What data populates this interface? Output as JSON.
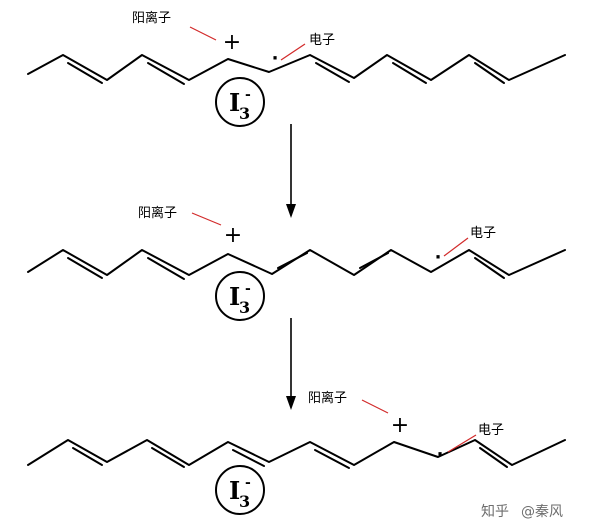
{
  "rows": [
    {
      "cation_label": "阳离子",
      "cation_symbol": "+",
      "electron_label": "电子",
      "electron_symbol": "·",
      "counterion": {
        "main": "I",
        "sub": "3",
        "sup": "-"
      }
    },
    {
      "cation_label": "阳离子",
      "cation_symbol": "+",
      "electron_label": "电子",
      "electron_symbol": "·",
      "counterion": {
        "main": "I",
        "sub": "3",
        "sup": "-"
      }
    },
    {
      "cation_label": "阳离子",
      "cation_symbol": "+",
      "electron_label": "电子",
      "electron_symbol": "·",
      "counterion": {
        "main": "I",
        "sub": "3",
        "sup": "-"
      }
    }
  ],
  "watermark": {
    "site": "知乎",
    "author": "@秦风"
  },
  "colors": {
    "bond": "#000000",
    "leader_line": "#d22a2a",
    "watermark": "#6e6e6e"
  }
}
